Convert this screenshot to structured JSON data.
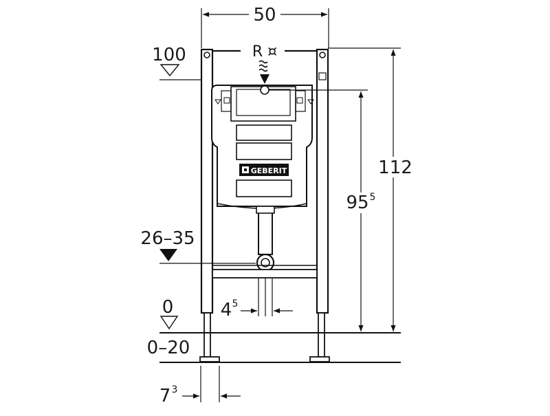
{
  "drawing": {
    "brand_logo_text": "GEBERIT",
    "flush_label": "R ¤",
    "dimensions": {
      "frame_width": "50",
      "frame_height": "112",
      "flush_height_main": "95",
      "flush_height_sup": "5",
      "drain_offset_main": "4",
      "drain_offset_sup": "5",
      "foot_offset_main": "7",
      "foot_offset_sup": "3"
    },
    "levels": {
      "top_level": "100",
      "drain_level": "26–35",
      "floor_level": "0",
      "floor_range": "0–20"
    }
  }
}
